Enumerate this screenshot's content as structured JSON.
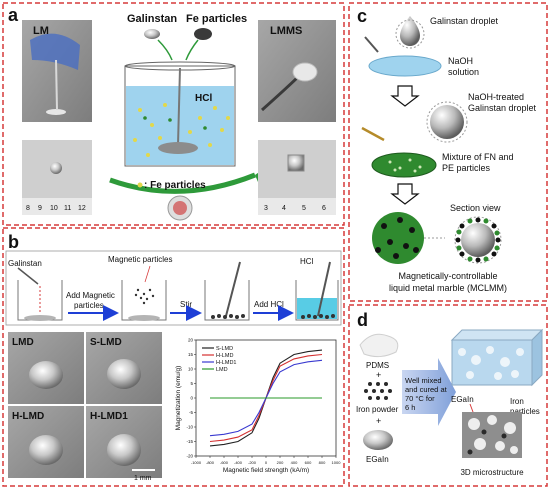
{
  "panels": {
    "a": {
      "letter": "a",
      "lm_label": "LM",
      "lmms_label": "LMMS",
      "galinstan_label": "Galinstan",
      "fe_label": "Fe particles",
      "hcl_label": "HCl",
      "legend_label": ": Fe particles",
      "ruler_left": [
        "8",
        "9",
        "10",
        "11",
        "12"
      ],
      "ruler_right": [
        "3",
        "4",
        "5",
        "6"
      ]
    },
    "b": {
      "letter": "b",
      "steps": {
        "galinstan": "Galinstan",
        "magnetic_particles": "Magnetic particles",
        "add_magnetic": "Add Magnetic",
        "particles": "particles",
        "stir": "Stir",
        "add_hcl": "Add HCl",
        "hcl": "HCl"
      },
      "photos": [
        "LMD",
        "S-LMD",
        "H-LMD",
        "H-LMD1"
      ],
      "scale_bar": "1 mm"
    },
    "c": {
      "letter": "c",
      "galinstan_droplet": "Galinstan droplet",
      "naoh_line1": "NaOH",
      "naoh_line2": "solution",
      "treated_line1": "NaOH-treated",
      "treated_line2": "Galinstan droplet",
      "mixture_line1": "Mixture of FN and",
      "mixture_line2": "PE particles",
      "section_view": "Section view",
      "marble_line1": "Magnetically-controllable",
      "marble_line2": "liquid metal marble (MCLMM)"
    },
    "d": {
      "letter": "d",
      "pdms": "PDMS",
      "iron_powder": "Iron powder",
      "egain_bottom": "EGaIn",
      "process_lines": [
        "Well mixed",
        "and cured at",
        "70 °C for",
        "6 h"
      ],
      "egain_right": "EGaIn",
      "iron_line1": "Iron",
      "iron_line2": "particles",
      "microstructure": "3D microstructure"
    }
  },
  "colors": {
    "panel_border": "#d63a3a",
    "arrow_blue": "#1e3fd6",
    "liquid_blue": "#9fd3ee",
    "green_particle": "#2f8a2f",
    "yellow_particle": "#e2d84a"
  },
  "chart_data": {
    "type": "line",
    "xlabel": "Magnetic field strength (kA/m)",
    "ylabel": "Magnetization (emu/g)",
    "xlim": [
      -1000,
      1000
    ],
    "ylim": [
      -20,
      20
    ],
    "xticks": [
      -1000,
      -800,
      -600,
      -400,
      -200,
      0,
      200,
      400,
      600,
      800,
      1000
    ],
    "yticks": [
      -20,
      -15,
      -10,
      -5,
      0,
      5,
      10,
      15,
      20
    ],
    "legend_position": "top-left",
    "series": [
      {
        "name": "S-LMD",
        "color": "#222222",
        "x": [
          -800,
          -600,
          -400,
          -200,
          -100,
          0,
          100,
          200,
          400,
          600,
          800
        ],
        "y": [
          -16.5,
          -16,
          -15,
          -12,
          -7,
          0,
          7,
          12,
          15,
          16,
          16.5
        ]
      },
      {
        "name": "H-LMD",
        "color": "#d43030",
        "x": [
          -800,
          -600,
          -400,
          -200,
          -100,
          0,
          100,
          200,
          400,
          600,
          800
        ],
        "y": [
          -15,
          -14.5,
          -13.5,
          -11,
          -6,
          0,
          6,
          11,
          13.5,
          14.5,
          15
        ]
      },
      {
        "name": "H-LMD1",
        "color": "#3a3ad0",
        "x": [
          -800,
          -600,
          -400,
          -200,
          -100,
          0,
          100,
          200,
          400,
          600,
          800
        ],
        "y": [
          -13,
          -12.5,
          -11.5,
          -9,
          -5,
          0,
          5,
          9,
          11.5,
          12.5,
          13
        ]
      },
      {
        "name": "LMD",
        "color": "#2a9a2a",
        "x": [
          -800,
          -400,
          0,
          400,
          800
        ],
        "y": [
          0,
          0,
          0,
          0,
          0
        ]
      }
    ]
  }
}
